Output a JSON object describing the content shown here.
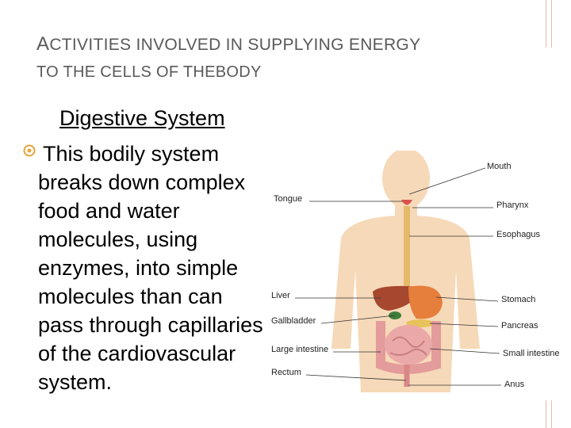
{
  "slide": {
    "title_line1_cap": "A",
    "title_line1_rest": "CTIVITIES INVOLVED IN SUPPLYING ENERGY",
    "title_line2": "TO THE CELLS OF THEBODY",
    "subheading": "Digestive System",
    "body_lines": [
      "This bodily system",
      "breaks down complex",
      "food and water",
      "molecules, using",
      "enzymes, into simple",
      "molecules than can",
      "pass through capillaries",
      "of the cardiovascular",
      "system."
    ],
    "accent_color": "#e8a33a"
  },
  "diagram": {
    "labels_left": [
      "Tongue",
      "Liver",
      "Gallbladder",
      "Large intestine",
      "Rectum"
    ],
    "labels_right": [
      "Mouth",
      "Pharynx",
      "Esophagus",
      "Stomach",
      "Pancreas",
      "Small intestine",
      "Anus"
    ]
  }
}
